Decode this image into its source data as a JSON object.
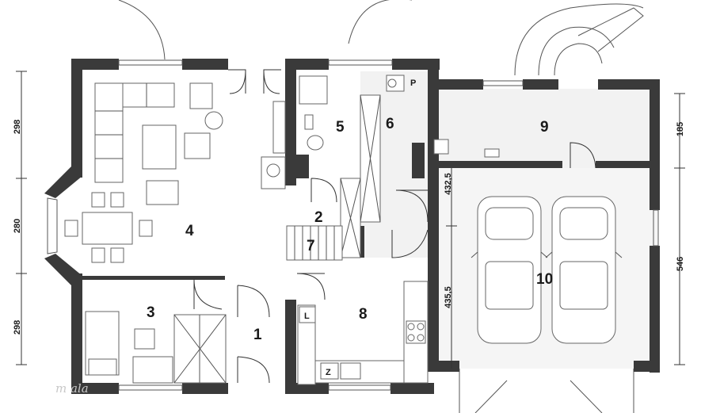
{
  "rooms": [
    {
      "num": "1"
    },
    {
      "num": "2"
    },
    {
      "num": "3"
    },
    {
      "num": "4"
    },
    {
      "num": "5"
    },
    {
      "num": "6"
    },
    {
      "num": "7"
    },
    {
      "num": "8"
    },
    {
      "num": "9"
    },
    {
      "num": "10"
    }
  ],
  "dimensions": {
    "left": [
      "298",
      "280",
      "298"
    ],
    "right": [
      "185",
      "546"
    ],
    "garage": [
      "432,5",
      "435,5"
    ]
  },
  "labels": {
    "p": "P",
    "l": "L",
    "z": "Z"
  },
  "watermark": "m  ala",
  "colors": {
    "wall": "#3a3a3a",
    "floor_grey": "#f2f2f2"
  }
}
